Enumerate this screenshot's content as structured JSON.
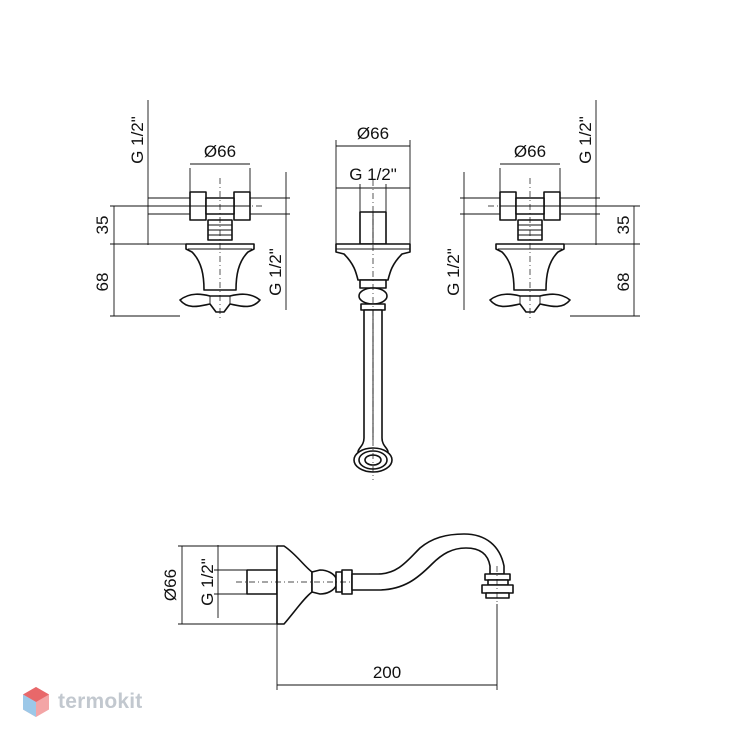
{
  "watermark": {
    "text": "termokit",
    "icon": "hexagon-logo-icon",
    "colors": [
      "#e8686a",
      "#9cc8e8"
    ]
  },
  "front_view": {
    "left_valve": {
      "thread_top": "G 1/2\"",
      "diameter": "Ø66",
      "height_upper": "35",
      "height_lower": "68",
      "thread_side": "G 1/2\""
    },
    "spout": {
      "diameter": "Ø66",
      "thread": "G 1/2\""
    },
    "right_valve": {
      "thread_top": "G 1/2\"",
      "diameter": "Ø66",
      "height_upper": "35",
      "height_lower": "68",
      "thread_side": "G 1/2\""
    }
  },
  "side_view": {
    "diameter": "Ø66",
    "thread": "G 1/2\"",
    "length": "200"
  }
}
